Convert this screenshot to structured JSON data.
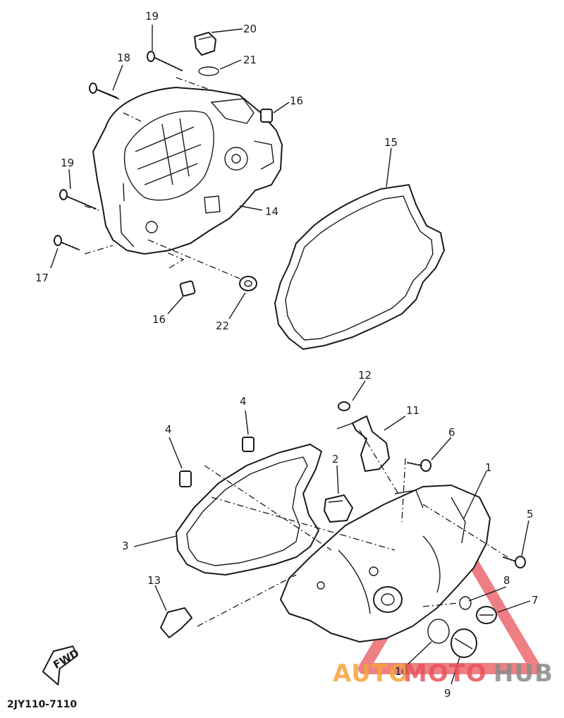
{
  "diagram": {
    "callouts": {
      "n1": "1",
      "n2": "2",
      "n3": "3",
      "n4a": "4",
      "n4b": "4",
      "n5": "5",
      "n6": "6",
      "n7": "7",
      "n8": "8",
      "n9": "9",
      "n10": "10",
      "n11": "11",
      "n12": "12",
      "n13": "13",
      "n14": "14",
      "n15": "15",
      "n16a": "16",
      "n16b": "16",
      "n17": "17",
      "n18": "18",
      "n19a": "19",
      "n19b": "19",
      "n20": "20",
      "n21": "21",
      "n22": "22"
    },
    "fwd_label": "FWD",
    "drawing_code": "2JY110-7110"
  },
  "watermark": {
    "part1": "AUTO",
    "part2": "MOTO",
    "part3": "HUB",
    "color_orange": "#f5a43a",
    "color_red": "#e8545a",
    "color_gray": "#8a8a8a"
  }
}
